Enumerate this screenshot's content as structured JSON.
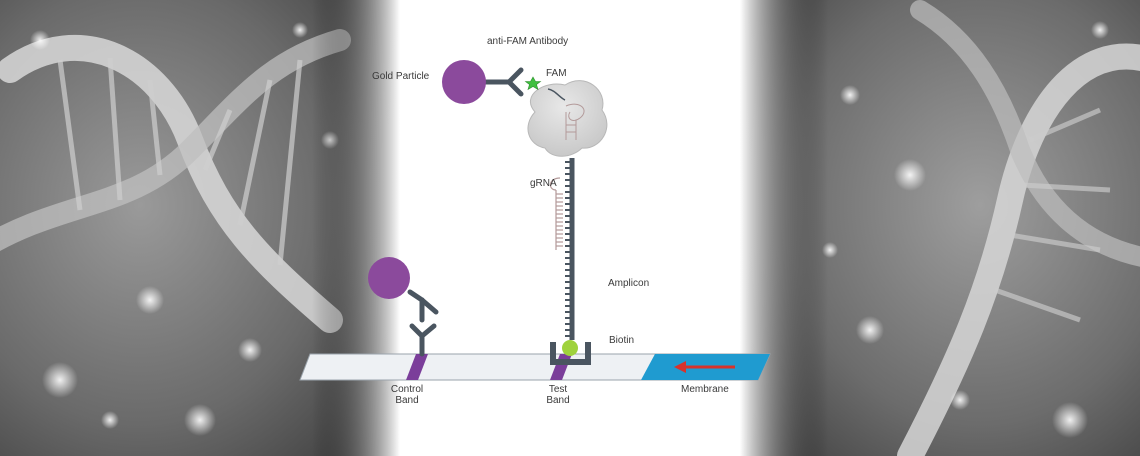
{
  "labels": {
    "antibody": "anti-FAM Antibody",
    "gold_particle": "Gold Particle",
    "fam": "FAM",
    "grna": "gRNA",
    "amplicon": "Amplicon",
    "biotin": "Biotin",
    "control_band": "Control\nBand",
    "test_band": "Test\nBand",
    "membrane": "Membrane"
  },
  "colors": {
    "gold_particle": "#8b4a9c",
    "antibody": "#4a5560",
    "biotin": "#9fd23c",
    "fam_star": "#3fbf3f",
    "strip": "#eef1f4",
    "band": "#7b3e9a",
    "membrane_pad": "#1f9bd0",
    "flow_arrow": "#d8322b",
    "grna": "#c9b8b8",
    "cas_protein": "#d4d4d4"
  },
  "icons": {
    "flow_arrow": "left-arrow-icon"
  }
}
